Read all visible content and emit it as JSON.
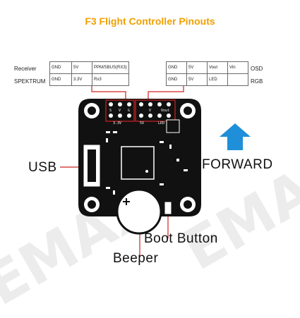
{
  "title": "F3 Flight Controller Pinouts",
  "left_pinout": {
    "row_labels": [
      "Receiver",
      "SPEKTRUM"
    ],
    "rows": [
      [
        "GND",
        "5V",
        "PPM/SBUS(RX3)"
      ],
      [
        "GND",
        "3.3V",
        "Rx3"
      ]
    ]
  },
  "right_pinout": {
    "row_labels": [
      "OSD",
      "RGB"
    ],
    "rows": [
      [
        "GND",
        "5V",
        "Vout",
        "Vin"
      ],
      [
        "GND",
        "5V",
        "LED",
        ""
      ]
    ]
  },
  "callouts": {
    "usb": "USB",
    "forward": "FORWARD",
    "boot_button": "Boot Button",
    "beeper": "Beeper"
  },
  "board_silkscreen": {
    "left_header": [
      "S",
      "V",
      "G"
    ],
    "left_header_bottom": "3.3V",
    "right_header": [
      "V",
      "Vout"
    ],
    "right_header_bottom": [
      "5V",
      "LED"
    ]
  },
  "colors": {
    "title": "#f0a000",
    "leader_line": "#d02020",
    "forward_arrow": "#1e8fd8",
    "board": "#111111"
  },
  "icons": [
    "forward-arrow-icon",
    "beeper-plus-icon"
  ]
}
